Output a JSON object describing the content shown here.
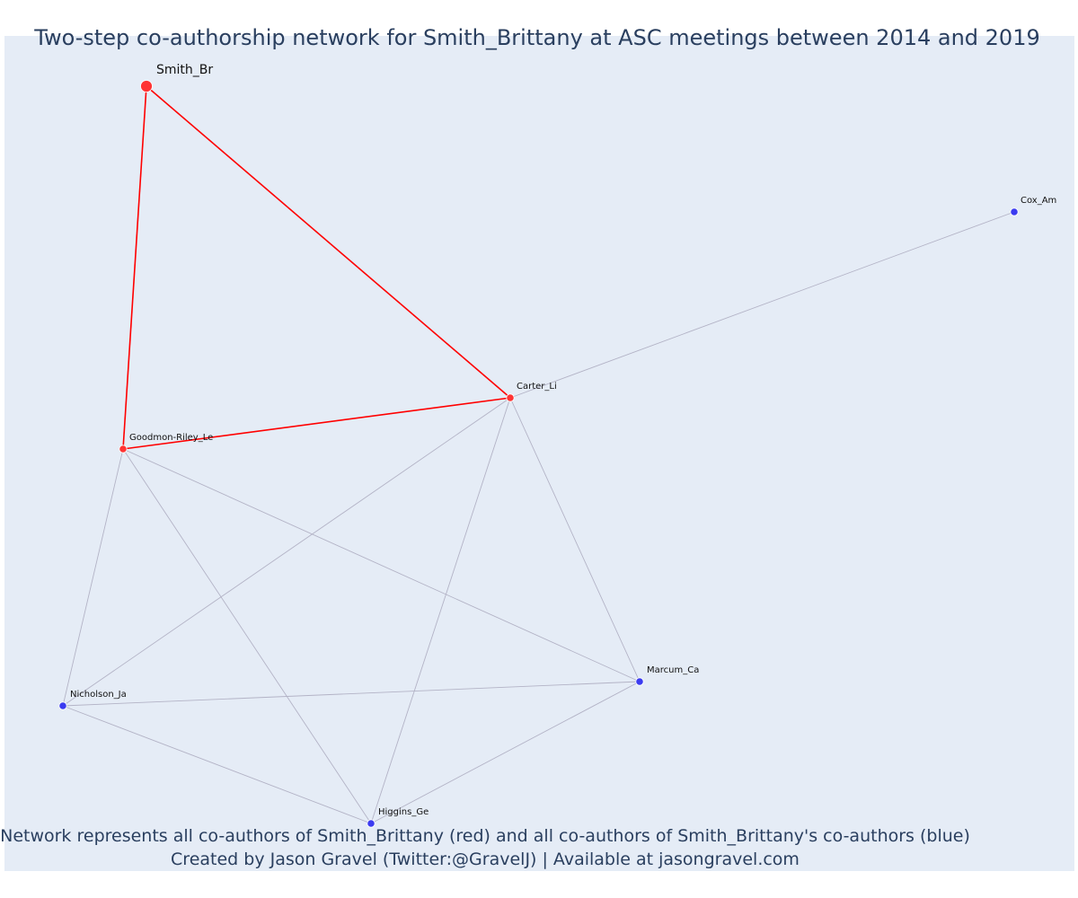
{
  "title": "Two-step co-authorship network for Smith_Brittany at ASC meetings between 2014 and 2019",
  "caption": {
    "line1": "Network represents all co-authors of Smith_Brittany (red) and all co-authors of Smith_Brittany's co-authors (blue)",
    "line2": "Created by Jason Gravel (Twitter:@GravelJ) | Available at jasongravel.com"
  },
  "colors": {
    "background": "#e5ecf6",
    "ego_edge": "#ff0000",
    "other_edge": "#b3b3c6",
    "ego_node": "#ff3333",
    "alter_node": "#3b3bf0",
    "text": "#2a3f5f"
  },
  "chart_data": {
    "type": "network",
    "nodes": [
      {
        "id": "Smith_Br",
        "label": "Smith_Br",
        "group": "ego"
      },
      {
        "id": "Carter_Li",
        "label": "Carter_Li",
        "group": "coauthor"
      },
      {
        "id": "Goodmon-Riley_Le",
        "label": "Goodmon-Riley_Le",
        "group": "coauthor"
      },
      {
        "id": "Cox_Am",
        "label": "Cox_Am",
        "group": "second_step"
      },
      {
        "id": "Marcum_Ca",
        "label": "Marcum_Ca",
        "group": "second_step"
      },
      {
        "id": "Nicholson_Ja",
        "label": "Nicholson_Ja",
        "group": "second_step"
      },
      {
        "id": "Higgins_Ge",
        "label": "Higgins_Ge",
        "group": "second_step"
      }
    ],
    "edges": [
      {
        "source": "Smith_Br",
        "target": "Carter_Li",
        "group": "ego"
      },
      {
        "source": "Smith_Br",
        "target": "Goodmon-Riley_Le",
        "group": "ego"
      },
      {
        "source": "Carter_Li",
        "target": "Goodmon-Riley_Le",
        "group": "ego"
      },
      {
        "source": "Carter_Li",
        "target": "Cox_Am",
        "group": "other"
      },
      {
        "source": "Carter_Li",
        "target": "Nicholson_Ja",
        "group": "other"
      },
      {
        "source": "Carter_Li",
        "target": "Higgins_Ge",
        "group": "other"
      },
      {
        "source": "Carter_Li",
        "target": "Marcum_Ca",
        "group": "other"
      },
      {
        "source": "Goodmon-Riley_Le",
        "target": "Nicholson_Ja",
        "group": "other"
      },
      {
        "source": "Goodmon-Riley_Le",
        "target": "Higgins_Ge",
        "group": "other"
      },
      {
        "source": "Goodmon-Riley_Le",
        "target": "Marcum_Ca",
        "group": "other"
      },
      {
        "source": "Nicholson_Ja",
        "target": "Marcum_Ca",
        "group": "other"
      },
      {
        "source": "Nicholson_Ja",
        "target": "Higgins_Ge",
        "group": "other"
      },
      {
        "source": "Higgins_Ge",
        "target": "Marcum_Ca",
        "group": "other"
      }
    ]
  }
}
